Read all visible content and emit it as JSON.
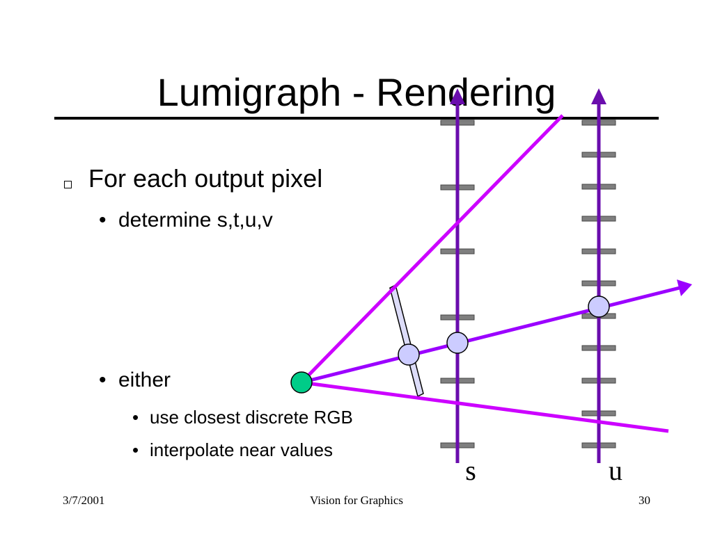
{
  "slide": {
    "title": "Lumigraph - Rendering",
    "bullets": {
      "main": "For each output pixel",
      "sub1": "determine s,t,u,v",
      "sub2": "either",
      "sub2a": "use closest discrete RGB",
      "sub2b": "interpolate near values"
    },
    "footer": {
      "date": "3/7/2001",
      "course": "Vision for Graphics",
      "page": "30"
    }
  },
  "diagram": {
    "s_label": "s",
    "u_label": "u",
    "colors": {
      "plane_line": "#6a0dad",
      "ray": "#cc00ff",
      "tick": "#7f7f7f",
      "sample_fill": "#ccccff",
      "eye_fill": "#00cc88",
      "pixel_plane_fill": "#dcdcf8"
    }
  }
}
